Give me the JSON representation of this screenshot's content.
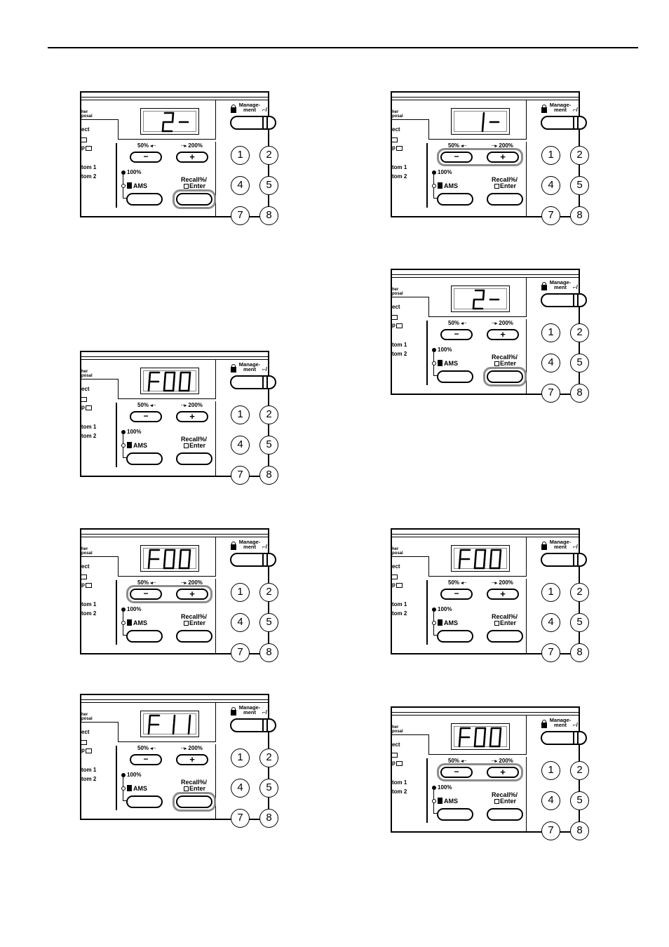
{
  "panel_labels": {
    "her": "her",
    "posal": "posal",
    "ect": "ect",
    "tom1": "tom 1",
    "tom2": "tom 2",
    "p_icon": "p",
    "zoom_down": "50%",
    "zoom_up": "200%",
    "minus": "−",
    "plus": "+",
    "pct100": "100%",
    "ams": "AMS",
    "recall": "Recall%/",
    "enter": "Enter",
    "management": "Manage-\nment",
    "key1": "1",
    "key2": "2",
    "key4": "4",
    "key5": "5",
    "key7": "7",
    "key8": "8"
  },
  "panels": [
    {
      "id": "panel-1",
      "display": "2-",
      "highlight": "recall"
    },
    {
      "id": "panel-2",
      "display": "1-",
      "highlight": "plusminus"
    },
    {
      "id": "panel-3",
      "display": "2-",
      "highlight": "recall"
    },
    {
      "id": "panel-4",
      "display": "F00",
      "highlight": "none"
    },
    {
      "id": "panel-5",
      "display": "F00",
      "highlight": "plusminus"
    },
    {
      "id": "panel-6",
      "display": "F00",
      "highlight": "none"
    },
    {
      "id": "panel-7",
      "display": "F11",
      "highlight": "recall"
    },
    {
      "id": "panel-8",
      "display": "F00",
      "highlight": "plusminus"
    }
  ],
  "colors": {
    "highlight": "#8c8c8c"
  }
}
